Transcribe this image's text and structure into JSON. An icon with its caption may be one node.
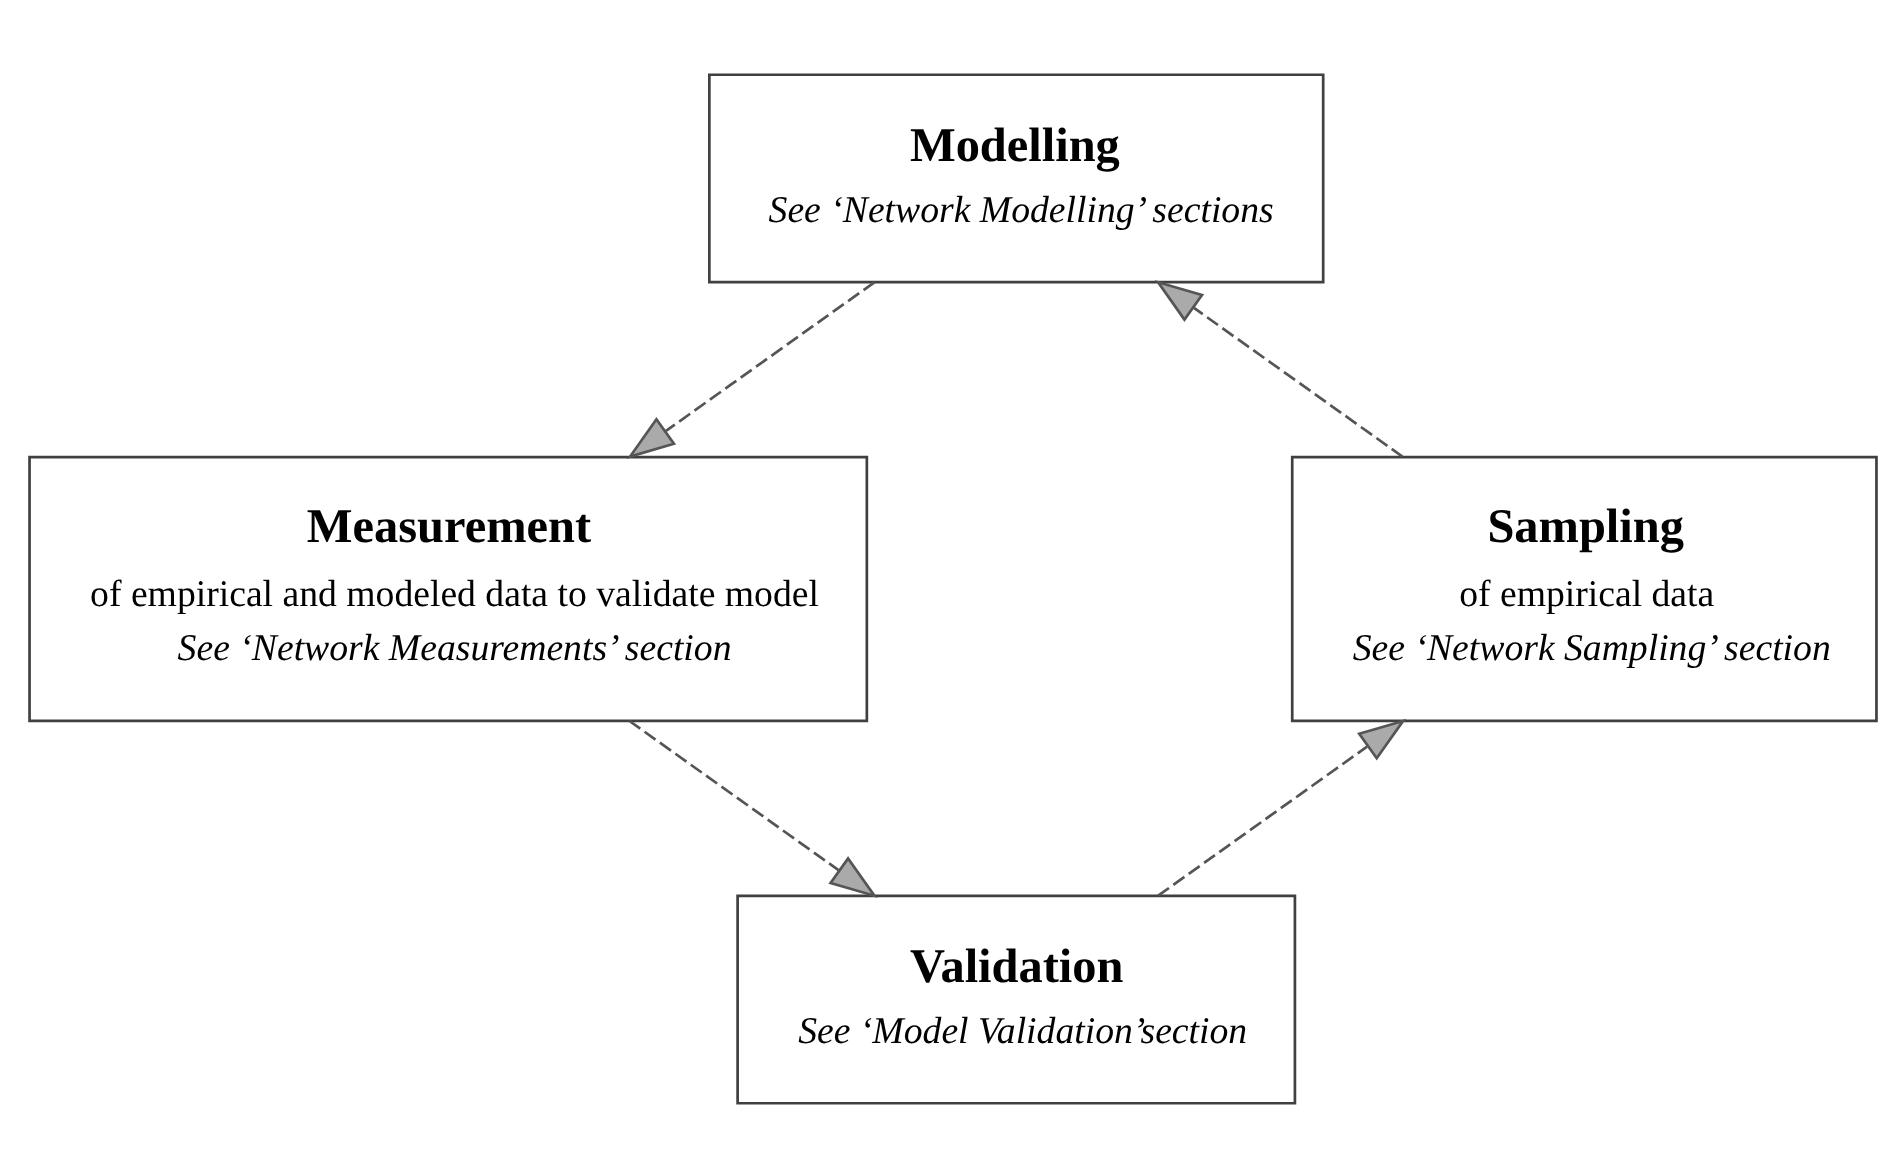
{
  "diagram": {
    "nodes": [
      {
        "text": [
          "Modelling",
          "See ‘Network Modelling’ sections"
        ]
      },
      {
        "text": [
          "Measurement",
          "of empirical and modeled data to validate model",
          "See ‘Network Measurements’ section"
        ]
      },
      {
        "text": [
          "Validation",
          "See ‘Model Validation’section"
        ]
      },
      {
        "text": [
          "Sampling",
          "of empirical data",
          "See ‘Network Sampling’ section"
        ]
      }
    ],
    "edges": [
      {
        "from": 0,
        "to": 1,
        "arrow": "to",
        "style": "dashed"
      },
      {
        "from": 1,
        "to": 2,
        "arrow": "to",
        "style": "dashed"
      },
      {
        "from": 2,
        "to": 3,
        "arrow": "to",
        "style": "dashed"
      },
      {
        "from": 3,
        "to": 0,
        "arrow": "to",
        "style": "dashed"
      }
    ]
  }
}
